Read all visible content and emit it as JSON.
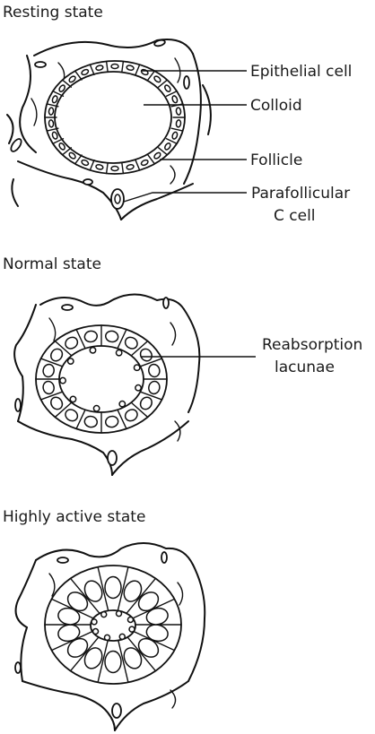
{
  "panels": [
    {
      "title": "Resting state",
      "labels": [
        "Epithelial cell",
        "Colloid",
        "Follicle",
        "Parafollicular",
        "C cell"
      ]
    },
    {
      "title": "Normal state",
      "labels": [
        "Reabsorption",
        "lacunae"
      ]
    },
    {
      "title": "Highly active state",
      "labels": []
    }
  ],
  "colors": {
    "ink": "#111111",
    "background": "#ffffff"
  }
}
